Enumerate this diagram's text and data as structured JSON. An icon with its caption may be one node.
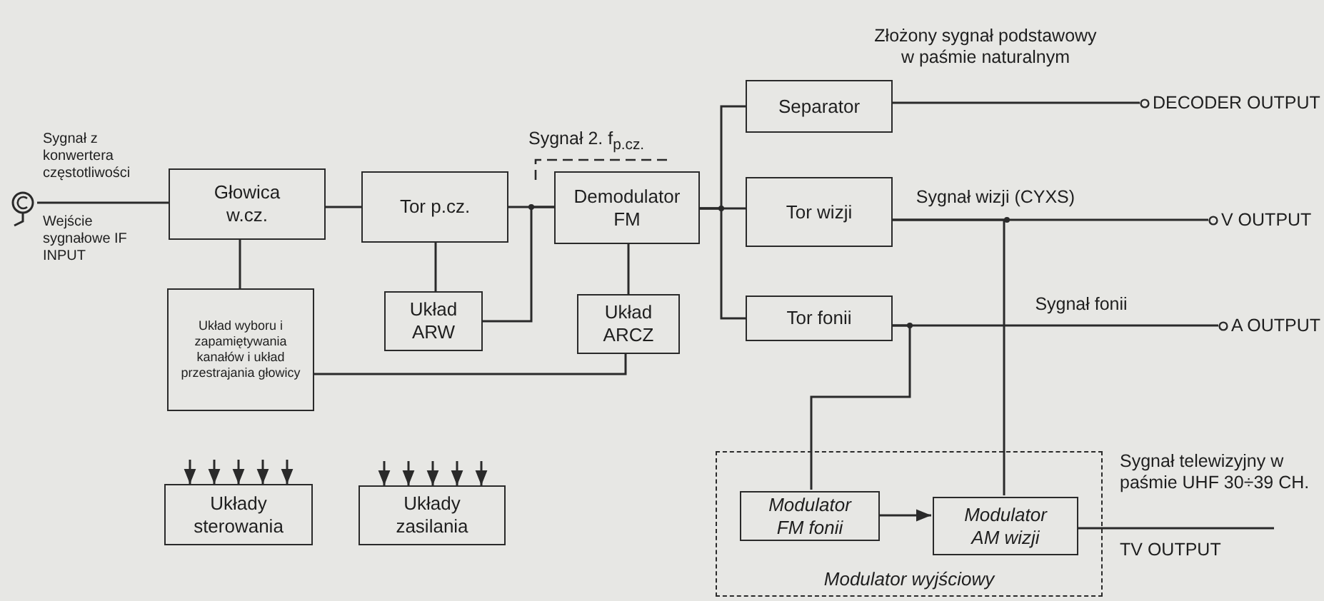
{
  "diagram": {
    "nodes": [
      {
        "text": [
          "Głowica w.cz."
        ]
      },
      {
        "text": [
          "Tor p.cz."
        ]
      },
      {
        "text": [
          "Demodulator FM"
        ]
      },
      {
        "text": [
          "Separator"
        ]
      },
      {
        "text": [
          "Tor wizji"
        ]
      },
      {
        "text": [
          "Tor fonii"
        ]
      },
      {
        "text": [
          "Układ wyboru i zapamiętywania kanałów i układ przestrajania głowicy"
        ]
      },
      {
        "text": [
          "Układ ARW"
        ]
      },
      {
        "text": [
          "Układ ARCZ"
        ]
      },
      {
        "text": [
          "Układy sterowania"
        ]
      },
      {
        "text": [
          "Układy zasilania"
        ]
      },
      {
        "text": [
          "Modulator wyjściowy"
        ]
      },
      {
        "text": [
          "Modulator FM fonii"
        ],
        "in": 11
      },
      {
        "text": [
          "Modulator AM wizji"
        ],
        "in": 11
      },
      {
        "text": [],
        "shape": "circle",
        "beside": [
          "Sygnał z konwertera częstotliwości",
          "Wejście sygnałowe IF INPUT"
        ]
      },
      {
        "text": [
          "DECODER OUTPUT"
        ]
      },
      {
        "text": [
          "V OUTPUT"
        ]
      },
      {
        "text": [
          "A OUTPUT"
        ]
      }
    ],
    "edges": [
      {
        "from": 14,
        "to": 0,
        "arrow": "none"
      },
      {
        "from": 0,
        "to": 1,
        "arrow": "none"
      },
      {
        "from": 1,
        "to": 2,
        "arrow": "none"
      },
      {
        "from": 1,
        "to": 7,
        "arrow": "none"
      },
      {
        "from": 7,
        "to": 2,
        "arrow": "none"
      },
      {
        "from": 0,
        "to": 6,
        "arrow": "none"
      },
      {
        "from": 2,
        "to": 8,
        "arrow": "none"
      },
      {
        "from": 8,
        "to": 6,
        "arrow": "none"
      },
      {
        "from": 2,
        "to": 3,
        "arrow": "none"
      },
      {
        "from": 2,
        "to": 4,
        "arrow": "none"
      },
      {
        "from": 2,
        "to": 5,
        "arrow": "none"
      },
      {
        "from": 3,
        "to": 15,
        "arrow": "none",
        "label": "Złożony sygnał podstawowy w paśmie naturalnym"
      },
      {
        "from": 4,
        "to": 16,
        "arrow": "none",
        "label": "Sygnał wizji (CYXS)"
      },
      {
        "from": 4,
        "to": 13,
        "arrow": "none"
      },
      {
        "from": 5,
        "to": 17,
        "arrow": "none",
        "label": "Sygnał fonii"
      },
      {
        "from": 5,
        "to": 12,
        "arrow": "none"
      },
      {
        "from": 12,
        "to": 13,
        "arrow": "to"
      },
      {
        "from": 13,
        "to": null,
        "arrow": "none"
      },
      {
        "from": null,
        "to": 9,
        "arrow": "to"
      },
      {
        "from": null,
        "to": 9,
        "arrow": "to"
      },
      {
        "from": null,
        "to": 9,
        "arrow": "to"
      },
      {
        "from": null,
        "to": 9,
        "arrow": "to"
      },
      {
        "from": null,
        "to": 9,
        "arrow": "to"
      },
      {
        "from": null,
        "to": 10,
        "arrow": "to"
      },
      {
        "from": null,
        "to": 10,
        "arrow": "to"
      },
      {
        "from": null,
        "to": 10,
        "arrow": "to"
      },
      {
        "from": null,
        "to": 10,
        "arrow": "to"
      },
      {
        "from": null,
        "to": 10,
        "arrow": "to"
      }
    ],
    "labels": [
      "Sygnał 2. f$_{p.cz.}$",
      "Sygnał telewizyjny w paśmie UHF 30÷39 CH.",
      "TV OUTPUT"
    ]
  }
}
